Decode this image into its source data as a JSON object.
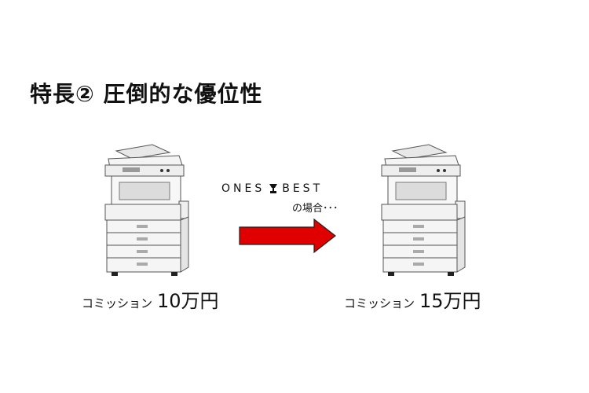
{
  "heading": {
    "title": "特長② 圧倒的な優位性"
  },
  "brand": {
    "part1": "ONES",
    "part2": "BEST",
    "case_text": "の場合･･･"
  },
  "comparison": {
    "left": {
      "label": "コミッション",
      "amount": "10万円"
    },
    "right": {
      "label": "コミッション",
      "amount": "15万円"
    }
  },
  "colors": {
    "arrow_fill": "#e00000",
    "arrow_stroke": "#222222",
    "copier_body": "#f2f2f2",
    "copier_outline": "#555555"
  },
  "icons": {
    "copier": "multifunction-printer-icon",
    "arrow": "right-arrow-icon",
    "brand_mark": "goblet-logo-icon"
  }
}
